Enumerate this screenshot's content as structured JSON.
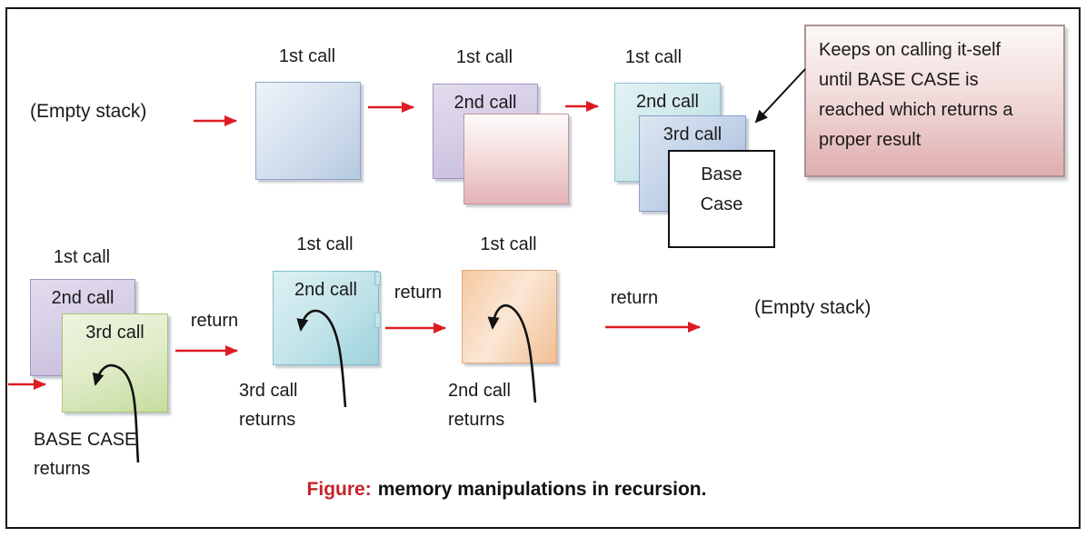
{
  "top_row": {
    "empty_stack_label": "(Empty stack)",
    "panel1": {
      "title": "1st call"
    },
    "panel2": {
      "title": "1st call",
      "frame_2nd": "2nd call"
    },
    "panel3": {
      "title": "1st call",
      "frame_2nd": "2nd call",
      "frame_3rd": "3rd call",
      "base_case_line1": "Base",
      "base_case_line2": "Case"
    },
    "callout_lines": [
      "Keeps on calling it-self",
      "until BASE CASE is",
      "reached which returns a",
      "proper result"
    ]
  },
  "bottom_row": {
    "panel1": {
      "title": "1st call",
      "frame_2nd": "2nd call",
      "frame_3rd": "3rd call",
      "note_line1": "BASE CASE",
      "note_line2": "returns"
    },
    "return_label_1": "return",
    "panel2": {
      "title": "1st call",
      "frame_2nd": "2nd call",
      "note_line1": "3rd call",
      "note_line2": "returns"
    },
    "return_label_2": "return",
    "panel3": {
      "title": "1st call",
      "note_line1": "2nd call",
      "note_line2": "returns"
    },
    "return_label_3": "return",
    "empty_stack_label": "(Empty stack)"
  },
  "figure": {
    "caption_prefix": "Figure:",
    "caption_text": "memory manipulations in recursion."
  },
  "colors": {
    "arrow_red": "#dd1c22",
    "arrow_black": "#111111",
    "caption_red": "#c7242a",
    "frame_blue": "#b7c9e0",
    "frame_purple": "#c3b7d8",
    "frame_pink": "#e3b3b8",
    "frame_cyan": "#b0d8e0",
    "frame_steel_blue": "#9db3d8",
    "frame_green": "#c6dc9e",
    "frame_orange": "#f2c198",
    "callout_pink": "#dfadae"
  }
}
